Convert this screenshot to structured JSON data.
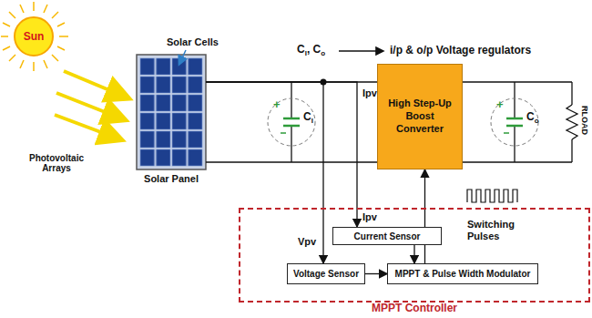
{
  "diagram": {
    "nodes": [
      {
        "text": [
          "Sun"
        ]
      },
      {
        "text": [
          "Solar Panel"
        ]
      },
      {
        "text": [
          "High Step-Up Boost Converter"
        ]
      },
      {
        "text": [
          "MPPT Controller"
        ]
      },
      {
        "text": [
          "Current Sensor"
        ],
        "in": 3
      },
      {
        "text": [
          "Voltage Sensor"
        ],
        "in": 3
      },
      {
        "text": [
          "MPPT & Pulse Width Modulator"
        ],
        "in": 3
      }
    ],
    "edges": [
      {
        "from": 1,
        "to": 2,
        "arrow": "none"
      },
      {
        "from": 1,
        "to": 4,
        "arrow": "to",
        "label": "Ipv"
      },
      {
        "from": 1,
        "to": 5,
        "arrow": "to",
        "label": "Vpv"
      },
      {
        "from": 4,
        "to": 6,
        "arrow": "to"
      },
      {
        "from": 5,
        "to": 6,
        "arrow": "to"
      },
      {
        "from": 6,
        "to": 2,
        "arrow": "to",
        "label": "Switching Pulses"
      }
    ],
    "labels": [
      "Solar Cells",
      "Photovoltaic Arrays",
      "C",
      "I",
      ", C",
      "o",
      "i/p & o/p Voltage regulators",
      "Ipv",
      "+",
      "C",
      "I",
      "+",
      "C",
      "o",
      "RLOAD"
    ]
  }
}
